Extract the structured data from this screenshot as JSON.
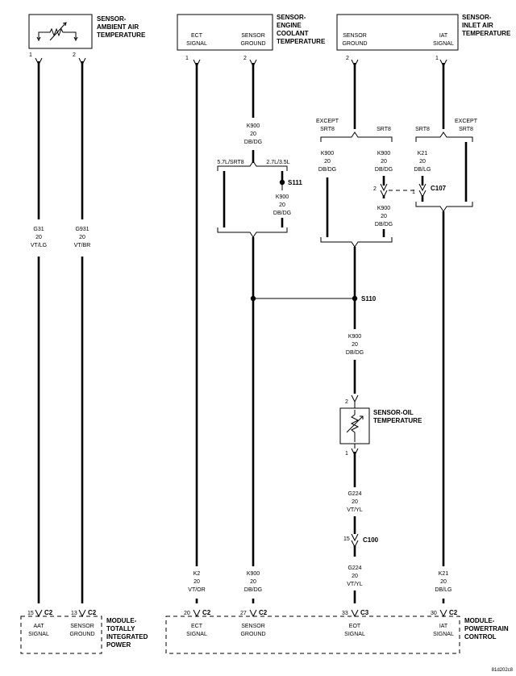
{
  "sensor_aat": {
    "title": [
      "SENSOR-",
      "AMBIENT AIR",
      "TEMPERATURE"
    ],
    "pin1": "1",
    "pin2": "2"
  },
  "sensor_ect": {
    "title": [
      "SENSOR-",
      "ENGINE",
      "COOLANT",
      "TEMPERATURE"
    ],
    "label_a": [
      "ECT",
      "SIGNAL"
    ],
    "label_b": [
      "SENSOR",
      "GROUND"
    ],
    "pin1": "1",
    "pin2": "2"
  },
  "sensor_iat": {
    "title": [
      "SENSOR-",
      "INLET AIR",
      "TEMPERATURE"
    ],
    "label_a": [
      "SENSOR",
      "GROUND"
    ],
    "label_b": [
      "IAT",
      "SIGNAL"
    ],
    "pin2": "2",
    "pin1": "1"
  },
  "sensor_oil": {
    "title": [
      "SENSOR-OIL",
      "TEMPERATURE"
    ],
    "pin_top": "2",
    "pin_bottom": "1"
  },
  "wires": {
    "g31": [
      "G31",
      "20",
      "VT/LG"
    ],
    "g931": [
      "G931",
      "20",
      "VT/BR"
    ],
    "k900_ect": [
      "K900",
      "20",
      "DB/DG"
    ],
    "k900_s111": [
      "K900",
      "20",
      "DB/DG"
    ],
    "k900_except_l": [
      "K900",
      "20",
      "DB/DG"
    ],
    "k900_srt8_mid": [
      "K900",
      "20",
      "DB/DG"
    ],
    "k900_c107": [
      "K900",
      "20",
      "DB/DG"
    ],
    "k21_srt8": [
      "K21",
      "20",
      "DB/LG"
    ],
    "k900_s110": [
      "K900",
      "20",
      "DB/DG"
    ],
    "g224_upper": [
      "G224",
      "20",
      "VT/YL"
    ],
    "g224_lower": [
      "G224",
      "20",
      "VT/YL"
    ],
    "k2_bottom": [
      "K2",
      "20",
      "VT/OR"
    ],
    "k900_bottom": [
      "K900",
      "20",
      "DB/DG"
    ],
    "k21_bottom": [
      "K21",
      "20",
      "DB/LG"
    ]
  },
  "options": {
    "l57_srt8": "5.7L/SRT8",
    "l27_35": "2.7L/3.5L",
    "except": "EXCEPT",
    "srt8": "SRT8"
  },
  "splices": {
    "s111": "S111",
    "s110": "S110"
  },
  "connectors": {
    "c107": "C107",
    "c107_pin2": "2",
    "c107_pin1": "1",
    "c100": "C100",
    "c100_pin": "15"
  },
  "module_tip": {
    "title": [
      "MODULE-",
      "TOTALLY",
      "INTEGRATED",
      "POWER"
    ],
    "pins": [
      {
        "pin": "15",
        "conn": "C2",
        "label": [
          "AAT",
          "SIGNAL"
        ]
      },
      {
        "pin": "13",
        "conn": "C2",
        "label": [
          "SENSOR",
          "GROUND"
        ]
      }
    ]
  },
  "module_pcm": {
    "title": [
      "MODULE-",
      "POWERTRAIN",
      "CONTROL"
    ],
    "pins": [
      {
        "pin": "20",
        "conn": "C2",
        "label": [
          "ECT",
          "SIGNAL"
        ]
      },
      {
        "pin": "27",
        "conn": "C2",
        "label": [
          "SENSOR",
          "GROUND"
        ]
      },
      {
        "pin": "33",
        "conn": "C3",
        "label": [
          "EOT",
          "SIGNAL"
        ]
      },
      {
        "pin": "30",
        "conn": "C2",
        "label": [
          "IAT",
          "SIGNAL"
        ]
      }
    ]
  },
  "figure_code": "81d202c8"
}
